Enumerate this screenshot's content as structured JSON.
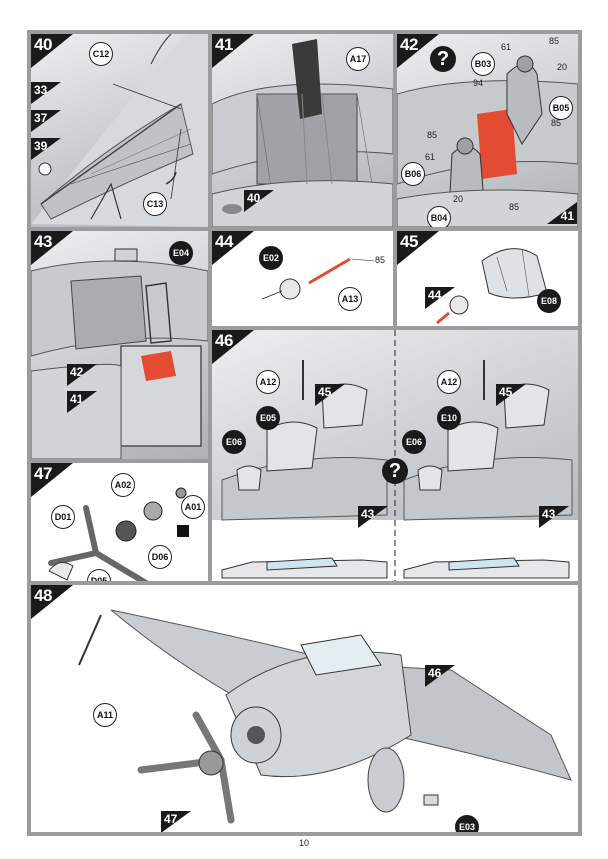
{
  "page_number": "10",
  "steps": {
    "s40": {
      "num": "40",
      "parts": [
        "C12",
        "C13"
      ],
      "refs": [
        "33",
        "37",
        "39"
      ]
    },
    "s41": {
      "num": "41",
      "parts": [
        "A17"
      ],
      "refs": [
        "40"
      ]
    },
    "s42": {
      "num": "42",
      "parts": [
        "B03",
        "B05",
        "B06",
        "B04"
      ],
      "paints": [
        "61",
        "85",
        "94",
        "20",
        "85",
        "85",
        "61",
        "20",
        "85"
      ],
      "refs": [
        "41"
      ],
      "note": "?"
    },
    "s43": {
      "num": "43",
      "parts": [
        "E04"
      ],
      "refs": [
        "42",
        "41"
      ]
    },
    "s44": {
      "num": "44",
      "parts": [
        "E02",
        "A13"
      ],
      "paints": [
        "85"
      ]
    },
    "s45": {
      "num": "45",
      "parts": [
        "E08"
      ],
      "refs": [
        "44"
      ]
    },
    "s46": {
      "num": "46",
      "parts": [
        "A12",
        "E05",
        "E06",
        "A12",
        "E10",
        "E06"
      ],
      "refs": [
        "45",
        "43",
        "45",
        "43"
      ],
      "note": "?"
    },
    "s47": {
      "num": "47",
      "parts": [
        "A02",
        "A01",
        "D01",
        "D06",
        "D05"
      ]
    },
    "s48": {
      "num": "48",
      "parts": [
        "A11",
        "E03"
      ],
      "refs": [
        "46",
        "47"
      ]
    }
  }
}
